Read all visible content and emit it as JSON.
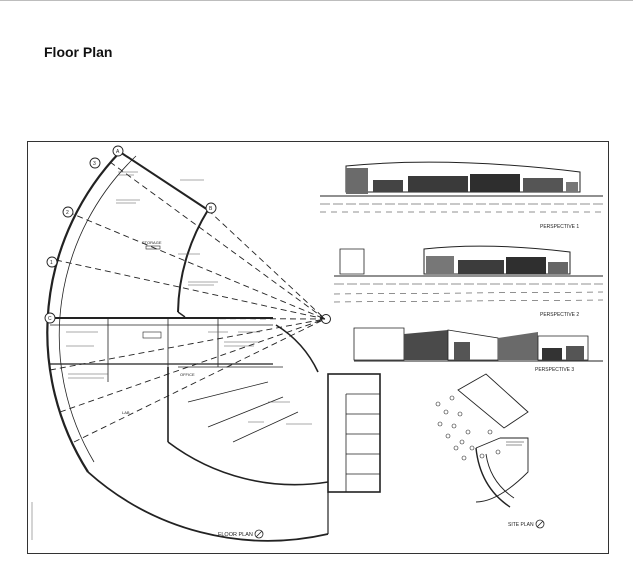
{
  "page": {
    "title": "Floor Plan"
  },
  "drawing": {
    "floor_plan_label": "FLOOR PLAN",
    "site_plan_label": "SITE PLAN",
    "perspectives": [
      "PERSPECTIVE 1",
      "PERSPECTIVE 2",
      "PERSPECTIVE 3"
    ],
    "grid_markers": [
      "A",
      "B",
      "1",
      "2",
      "3",
      "C"
    ],
    "rooms": {
      "storage": "STORAGE",
      "office": "OFFICE",
      "lab": "LAB"
    }
  },
  "colors": {
    "ink": "#222222",
    "rule": "#bdbdbd"
  }
}
